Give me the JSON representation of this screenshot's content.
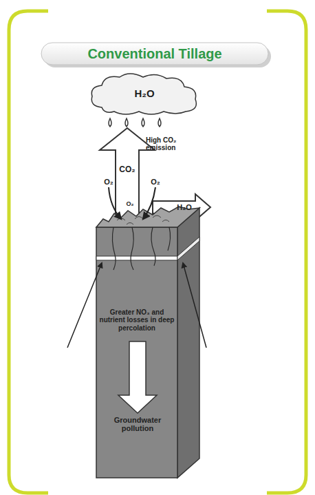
{
  "diagram": {
    "title": "Conventional Tillage",
    "nodes": [
      {
        "text": [
          "H₂O"
        ]
      },
      {
        "text": [
          "Greater NO₃ and nutrient losses in deep percolation"
        ]
      }
    ],
    "labels": [
      "High CO₂ emission",
      "CO₂",
      "O₂",
      "O₂",
      "O₂",
      "H₂O",
      "Groundwater pollution"
    ]
  }
}
